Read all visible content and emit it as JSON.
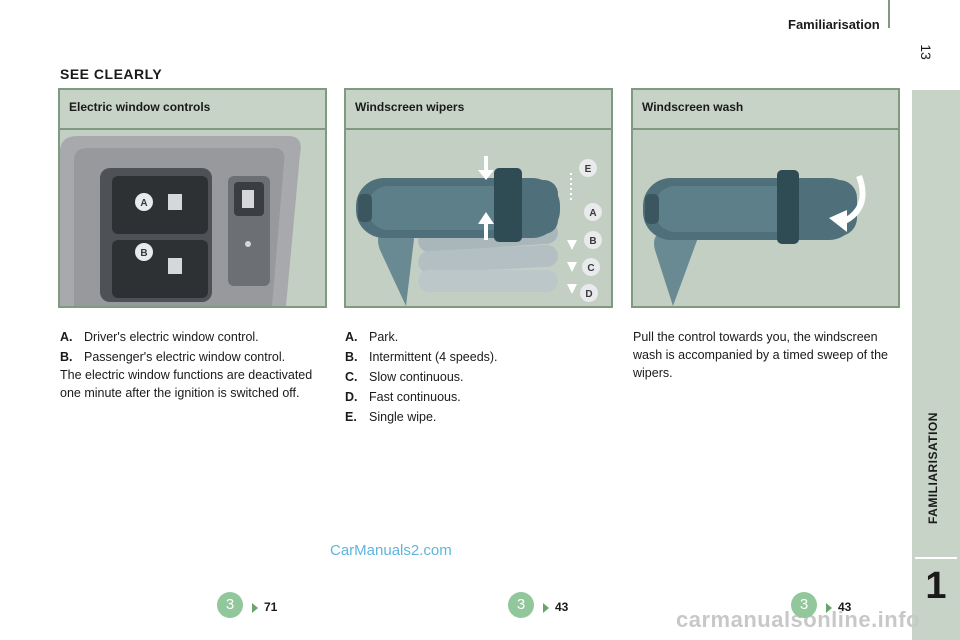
{
  "header": {
    "title": "Familiarisation",
    "page_number": "13"
  },
  "side_tab": {
    "label": "FAMILIARISATION",
    "chapter": "1"
  },
  "section_title": "SEE CLEARLY",
  "panels": [
    {
      "title": "Electric window controls",
      "callouts": [
        "A",
        "B"
      ]
    },
    {
      "title": "Windscreen wipers",
      "callouts": [
        "E",
        "A",
        "B",
        "C",
        "D"
      ]
    },
    {
      "title": "Windscreen wash"
    }
  ],
  "window_controls": {
    "items": [
      {
        "letter": "A.",
        "text": "Driver's electric window control."
      },
      {
        "letter": "B.",
        "text": "Passenger's electric window control."
      }
    ],
    "note": "The electric window functions are deactivated one minute after the ignition is switched off."
  },
  "wipers": {
    "items": [
      {
        "letter": "A.",
        "text": "Park."
      },
      {
        "letter": "B.",
        "text": "Intermittent (4 speeds)."
      },
      {
        "letter": "C.",
        "text": "Slow continuous."
      },
      {
        "letter": "D.",
        "text": "Fast continuous."
      },
      {
        "letter": "E.",
        "text": "Single wipe."
      }
    ]
  },
  "wash": {
    "text": "Pull the control towards you, the windscreen wash is accompanied by a timed sweep of the wipers."
  },
  "watermark": "CarManuals2.com",
  "footer_watermark": "carmanualsonline.info",
  "references": [
    {
      "badge": "3",
      "page": "71"
    },
    {
      "badge": "3",
      "page": "43"
    },
    {
      "badge": "3",
      "page": "43"
    }
  ],
  "colors": {
    "panel_border": "#7f9a80",
    "panel_fill": "#c7d3c6",
    "badge": "#92c79b",
    "watermark": "#5fb6dd"
  }
}
